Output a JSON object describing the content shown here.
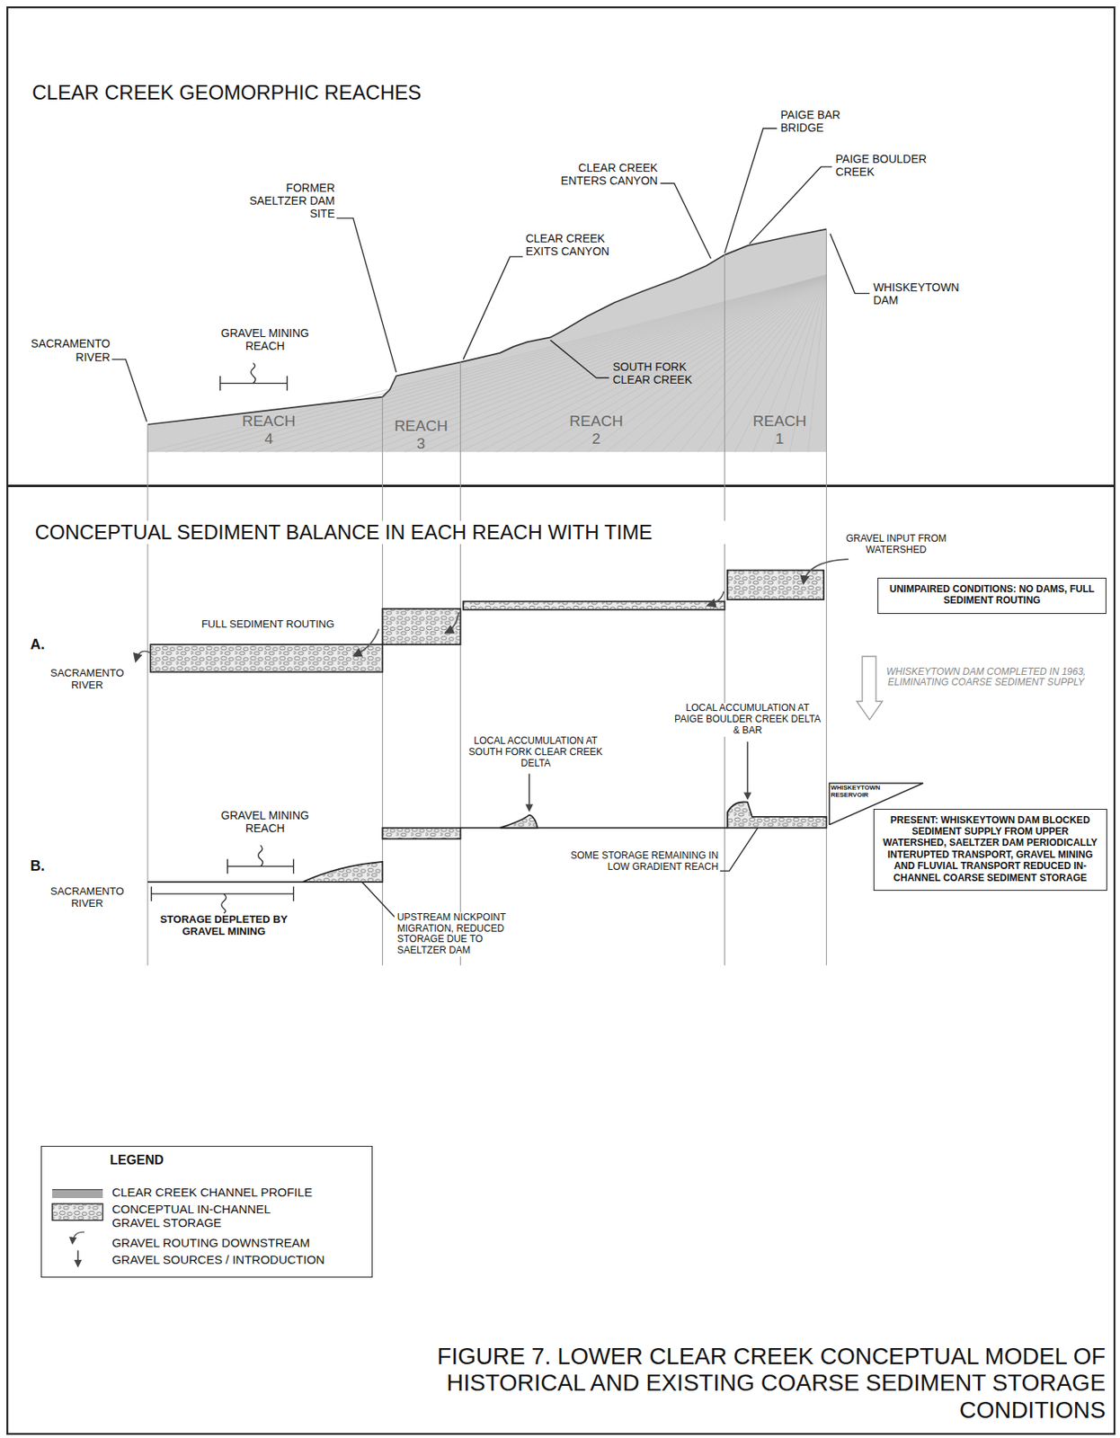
{
  "diagram": {
    "caption": "FIGURE 7. LOWER CLEAR CREEK CONCEPTUAL MODEL OF HISTORICAL AND EXISTING COARSE SEDIMENT STORAGE CONDITIONS",
    "nodes": [
      {
        "text": [
          "UNIMPAIRED CONDITIONS: NO DAMS, FULL SEDIMENT ROUTING"
        ]
      },
      {
        "text": [
          "WHISKEYTOWN RESERVOIR"
        ]
      },
      {
        "text": [
          "PRESENT: WHISKEYTOWN DAM BLOCKED SEDIMENT SUPPLY FROM UPPER WATERSHED, SAELTZER DAM PERIODICALLY INTERUPTED TRANSPORT, GRAVEL MINING AND FLUVIAL TRANSPORT REDUCED IN-CHANNEL COARSE SEDIMENT STORAGE"
        ]
      }
    ],
    "labels": [
      "CLEAR CREEK GEOMORPHIC REACHES",
      "SACRAMENTO RIVER",
      "GRAVEL MINING REACH",
      "FORMER SAELTZER DAM SITE",
      "CLEAR CREEK EXITS CANYON",
      "SOUTH FORK CLEAR CREEK",
      "CLEAR CREEK ENTERS CANYON",
      "PAIGE BAR BRIDGE",
      "PAIGE BOULDER CREEK",
      "WHISKEYTOWN DAM",
      "REACH 4",
      "REACH 3",
      "REACH 2",
      "REACH 1",
      "CONCEPTUAL SEDIMENT BALANCE IN EACH REACH WITH TIME",
      "A.",
      "SACRAMENTO RIVER",
      "FULL SEDIMENT ROUTING",
      "GRAVEL INPUT FROM WATERSHED",
      "WHISKEYTOWN DAM COMPLETED IN 1963, ELIMINATING COARSE SEDIMENT SUPPLY",
      "LOCAL ACCUMULATION AT PAIGE BOULDER CREEK DELTA & BAR",
      "LOCAL ACCUMULATION AT SOUTH FORK CLEAR CREEK DELTA",
      "GRAVEL MINING REACH",
      "B.",
      "SACRAMENTO RIVER",
      "STORAGE DEPLETED BY GRAVEL MINING",
      "UPSTREAM NICKPOINT MIGRATION, REDUCED STORAGE DUE TO SAELTZER DAM",
      "SOME STORAGE REMAINING IN LOW GRADIENT REACH",
      "LEGEND"
    ],
    "legend": [
      {
        "text": "CLEAR CREEK CHANNEL PROFILE",
        "color": "#a6a6a6"
      },
      {
        "text": "CONCEPTUAL IN-CHANNEL GRAVEL STORAGE"
      },
      {
        "text": "GRAVEL ROUTING DOWNSTREAM"
      },
      {
        "text": "GRAVEL SOURCES / INTRODUCTION"
      }
    ]
  }
}
